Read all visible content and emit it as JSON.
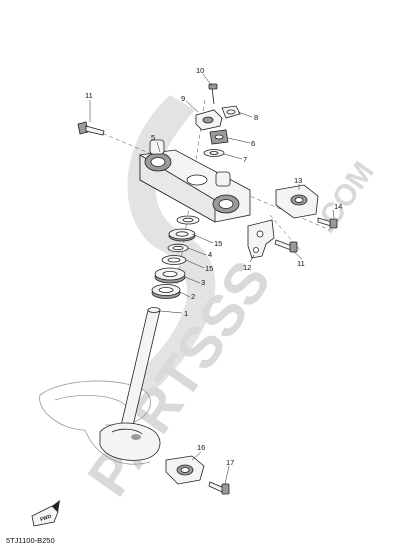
{
  "diagram": {
    "callouts": [
      "1",
      "2",
      "3",
      "4",
      "5",
      "6",
      "7",
      "8",
      "9",
      "10",
      "11",
      "11",
      "12",
      "13",
      "14",
      "15",
      "15",
      "16",
      "17"
    ],
    "fwd_label": "FWD",
    "drawing_code": "5TJ1100-B250"
  },
  "watermark": {
    "brand": "PARTSSS",
    "domain": ".COM",
    "color": "#d9d9d9"
  },
  "colors": {
    "line": "#222222",
    "part_fill": "#f4f4f4",
    "shade": "#9a9a9a"
  }
}
